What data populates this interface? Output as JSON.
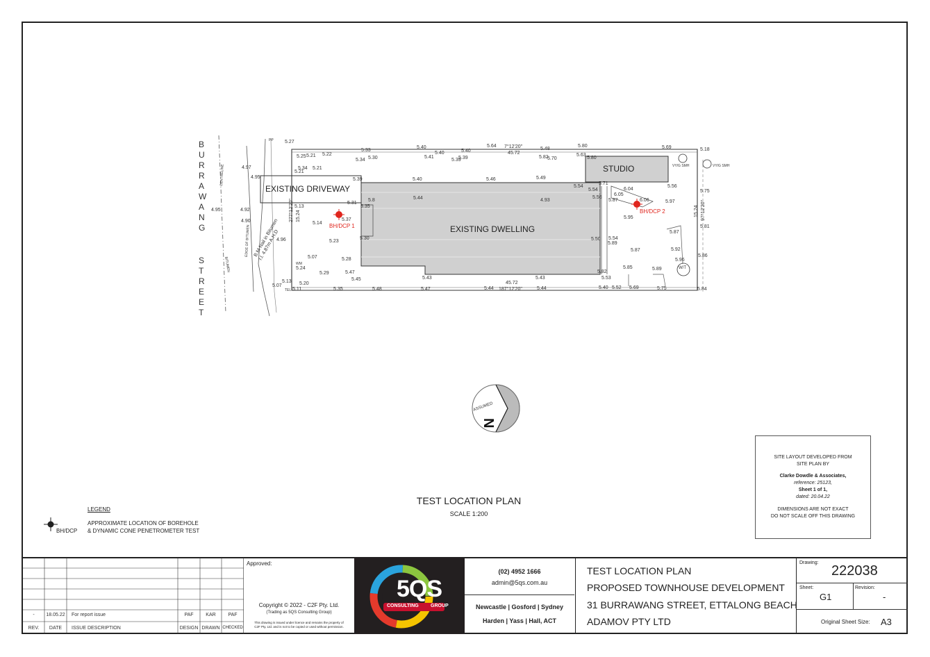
{
  "street": {
    "name": "BURRAWANG STREET"
  },
  "plan_labels": {
    "existing_driveway": "EXISTING DRIVEWAY",
    "existing_dwelling": "EXISTING DWELLING",
    "studio": "STUDIO",
    "bh_dcp_1": "BH/DCP 1",
    "bh_dcp_2": "BH/DCP 2",
    "dim_top": "45.72",
    "bearing_top": "7°12'20\"",
    "dim_bottom": "45.72",
    "bearing_bottom": "187°12'20\"",
    "dim_left": "15.24",
    "bearing_left": "277°12'20\"",
    "dim_right": "15.24",
    "bearing_right": "97°12'20\"",
    "bm_note_1": "B.M Nail in Bitumen",
    "bm_note_2": "r.l. 4.87m A.H.D",
    "edge_of_bitumen": "EDGE OF BITUMEN",
    "centreline": "CENTRELINE",
    "bitumen": "BITUMEN",
    "wm": "WM",
    "tel": "TEL",
    "pp": "PP",
    "wt": "W/T",
    "vyg_smh_1": "VY/G SMH",
    "vyg_smh_2": "VY/G SMH",
    "spot_levels": [
      "5.27",
      "5.25",
      "5.21",
      "5.22",
      "5.21",
      "5.33",
      "5.30",
      "5.34",
      "5.39",
      "5.40",
      "5.41",
      "5.40",
      "5.39",
      "5.39",
      "5.40",
      "5.64",
      "5.48",
      "5.70",
      "5.82",
      "5.80",
      "5.63",
      "5.80",
      "5.69",
      "5.18",
      "5.21",
      "5.34",
      "5.40",
      "5.46",
      "5.49",
      "5.13",
      "5.31",
      "5.37",
      "5.14",
      "5.35",
      "5.30",
      "5.23",
      "5.07",
      "5.28",
      "5.24",
      "5.29",
      "5.47",
      "5.45",
      "5.20",
      "5.13",
      "5.07",
      "5.11",
      "5.35",
      "5.48",
      "5.47",
      "5.44",
      "5.44",
      "5.43",
      "5.43",
      "5.40",
      "5.52",
      "5.69",
      "5.75",
      "5.84",
      "5.82",
      "5.53",
      "5.50",
      "5.54",
      "5.89",
      "5.56",
      "5.87",
      "5.89",
      "5.85",
      "5.96",
      "5.92",
      "5.87",
      "5.86",
      "5.81",
      "5.75",
      "5.97",
      "6.06",
      "6.04",
      "6.05",
      "5.95",
      "5.87",
      "5.71",
      "5.54",
      "5.54",
      "5.56",
      "5.8",
      "5.44",
      "4.93",
      "4.97",
      "4.95",
      "4.92",
      "4.95",
      "4.90",
      "4.96"
    ]
  },
  "north": {
    "label": "ASSUMED",
    "letter": "N"
  },
  "title": {
    "main": "TEST LOCATION PLAN",
    "scale": "SCALE 1:200"
  },
  "legend": {
    "heading": "LEGEND",
    "symbol_label": "BH/DCP",
    "desc_line1": "APPROXIMATE LOCATION OF BOREHOLE",
    "desc_line2": "& DYNAMIC CONE PENETROMETER TEST"
  },
  "info_box": {
    "line1": "SITE LAYOUT DEVELOPED FROM",
    "line2": "SITE PLAN BY",
    "company": "Clarke Dowdle & Associates,",
    "reference": "reference: 25123,",
    "sheet": "Sheet 1 of 1,",
    "dated": "dated: 20.04.22",
    "note1": "DIMENSIONS ARE NOT EXACT",
    "note2": "DO NOT SCALE OFF THIS DRAWING"
  },
  "revision_table": {
    "row": {
      "rev": "-",
      "date": "18.05.22",
      "desc": "For report issue",
      "design": "PAF",
      "drawn": "KAR",
      "checked": "PAF"
    },
    "headers": {
      "rev": "REV.",
      "date": "DATE",
      "desc": "ISSUE DESCRIPTION",
      "design": "DESIGN",
      "drawn": "DRAWN",
      "checked": "CHECKED"
    }
  },
  "approval": {
    "approved_label": "Approved:",
    "copyright": "Copyright © 2022 - C2F Pty. Ltd.",
    "trading": "(Trading as 5QS Consulting Group)",
    "notice1": "This drawing is issued under licence and remains the property of",
    "notice2": "C2F Pty. Ltd. and is not to be copied or used without permission."
  },
  "logo": {
    "text": "5QS",
    "sub1": "CONSULTING",
    "sub2": "GROUP"
  },
  "contact": {
    "phone": "(02) 4952 1666",
    "email": "admin@5qs.com.au",
    "offices1": "Newcastle | Gosford | Sydney",
    "offices2": "Harden | Yass | Hall, ACT"
  },
  "project": {
    "line1": "TEST LOCATION PLAN",
    "line2": "PROPOSED TOWNHOUSE DEVELOPMENT",
    "line3": "31 BURRAWANG STREET, ETTALONG BEACH",
    "line4": "ADAMOV PTY LTD"
  },
  "drawing_info": {
    "drawing_label": "Drawing:",
    "drawing_no": "222038",
    "sheet_label": "Sheet:",
    "sheet_value": "G1",
    "revision_label": "Revision:",
    "revision_value": "-",
    "size_label": "Original Sheet Size:",
    "size_value": "A3"
  }
}
